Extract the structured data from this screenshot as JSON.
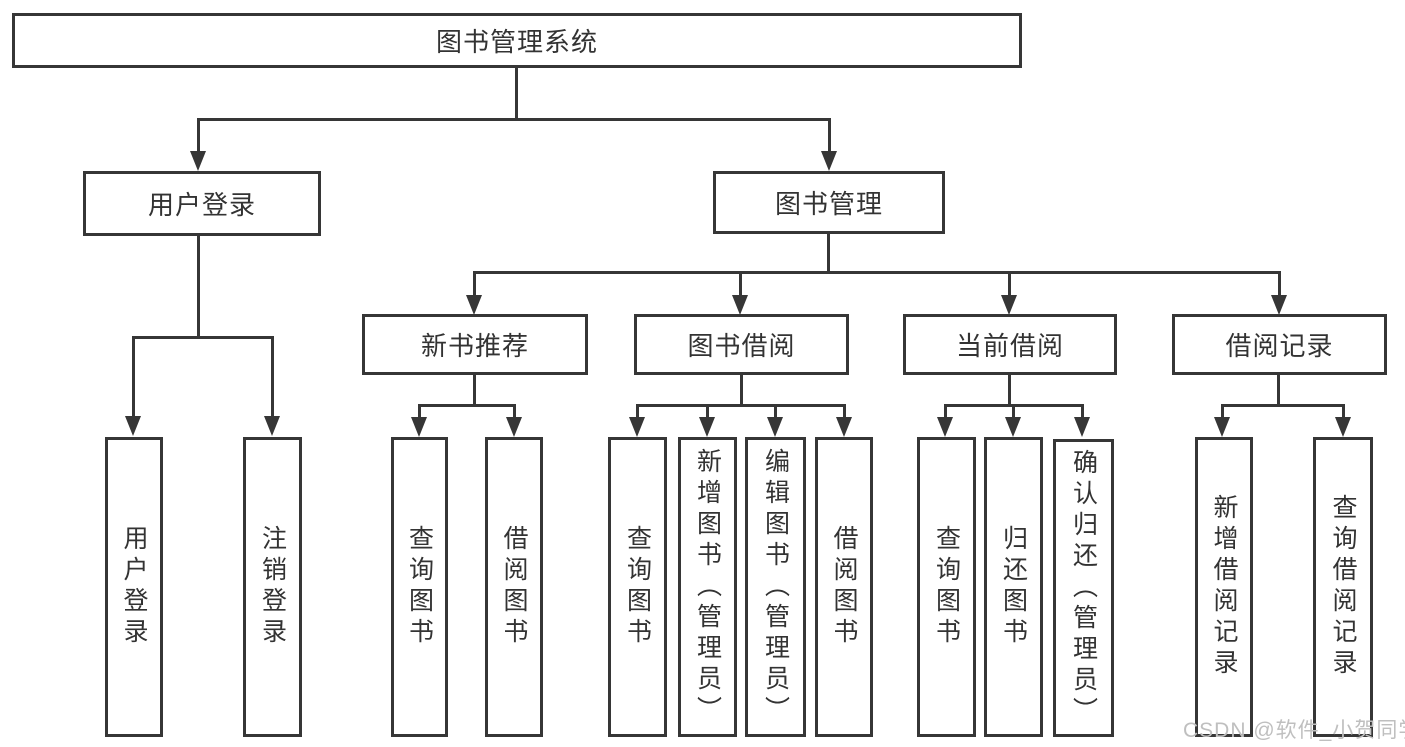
{
  "tree": {
    "root": "图书管理系统",
    "children": [
      {
        "label": "用户登录",
        "children": [
          "用户登录",
          "注销登录"
        ]
      },
      {
        "label": "图书管理",
        "children": [
          {
            "label": "新书推荐",
            "children": [
              "查询图书",
              "借阅图书"
            ]
          },
          {
            "label": "图书借阅",
            "children": [
              "查询图书",
              "新增图书（管理员）",
              "编辑图书（管理员）",
              "借阅图书"
            ]
          },
          {
            "label": "当前借阅",
            "children": [
              "查询图书",
              "归还图书",
              "确认归还（管理员）"
            ]
          },
          {
            "label": "借阅记录",
            "children": [
              "新增借阅记录",
              "查询借阅记录"
            ]
          }
        ]
      }
    ]
  },
  "watermark": {
    "text": "CSDN @软件_小贺同学"
  },
  "colors": {
    "line": "#363636",
    "text": "#333333",
    "background": "#ffffff",
    "watermark": "#bfbfbf"
  }
}
